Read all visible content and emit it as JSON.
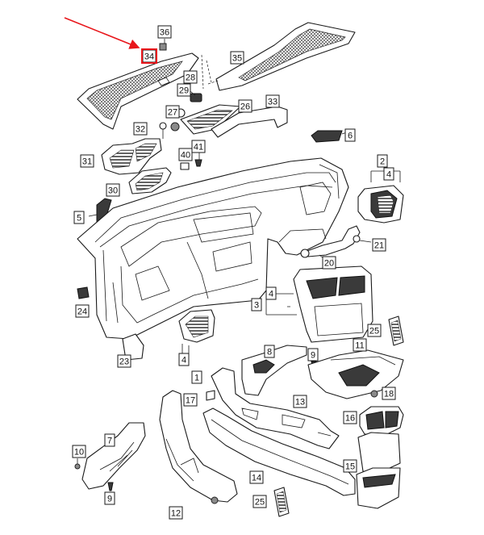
{
  "accent_color": "#e8161b",
  "callouts": [
    {
      "id": "c1",
      "label": "1"
    },
    {
      "id": "c2",
      "label": "2"
    },
    {
      "id": "c3",
      "label": "3"
    },
    {
      "id": "c4a",
      "label": "4"
    },
    {
      "id": "c4b",
      "label": "4"
    },
    {
      "id": "c4c",
      "label": "4"
    },
    {
      "id": "c5",
      "label": "5"
    },
    {
      "id": "c6",
      "label": "6"
    },
    {
      "id": "c7",
      "label": "7"
    },
    {
      "id": "c8",
      "label": "8"
    },
    {
      "id": "c9a",
      "label": "9"
    },
    {
      "id": "c9b",
      "label": "9"
    },
    {
      "id": "c10",
      "label": "10"
    },
    {
      "id": "c11",
      "label": "11"
    },
    {
      "id": "c12",
      "label": "12"
    },
    {
      "id": "c13",
      "label": "13"
    },
    {
      "id": "c14",
      "label": "14"
    },
    {
      "id": "c15",
      "label": "15"
    },
    {
      "id": "c16",
      "label": "16"
    },
    {
      "id": "c17",
      "label": "17"
    },
    {
      "id": "c18",
      "label": "18"
    },
    {
      "id": "c20",
      "label": "20"
    },
    {
      "id": "c21",
      "label": "21"
    },
    {
      "id": "c23",
      "label": "23"
    },
    {
      "id": "c24",
      "label": "24"
    },
    {
      "id": "c25a",
      "label": "25"
    },
    {
      "id": "c25b",
      "label": "25"
    },
    {
      "id": "c26",
      "label": "26"
    },
    {
      "id": "c27",
      "label": "27"
    },
    {
      "id": "c28",
      "label": "28"
    },
    {
      "id": "c29",
      "label": "29"
    },
    {
      "id": "c30",
      "label": "30"
    },
    {
      "id": "c31",
      "label": "31"
    },
    {
      "id": "c32",
      "label": "32"
    },
    {
      "id": "c33",
      "label": "33"
    },
    {
      "id": "c34",
      "label": "34"
    },
    {
      "id": "c35",
      "label": "35"
    },
    {
      "id": "c36",
      "label": "36"
    },
    {
      "id": "c40",
      "label": "40"
    },
    {
      "id": "c41",
      "label": "41"
    }
  ]
}
